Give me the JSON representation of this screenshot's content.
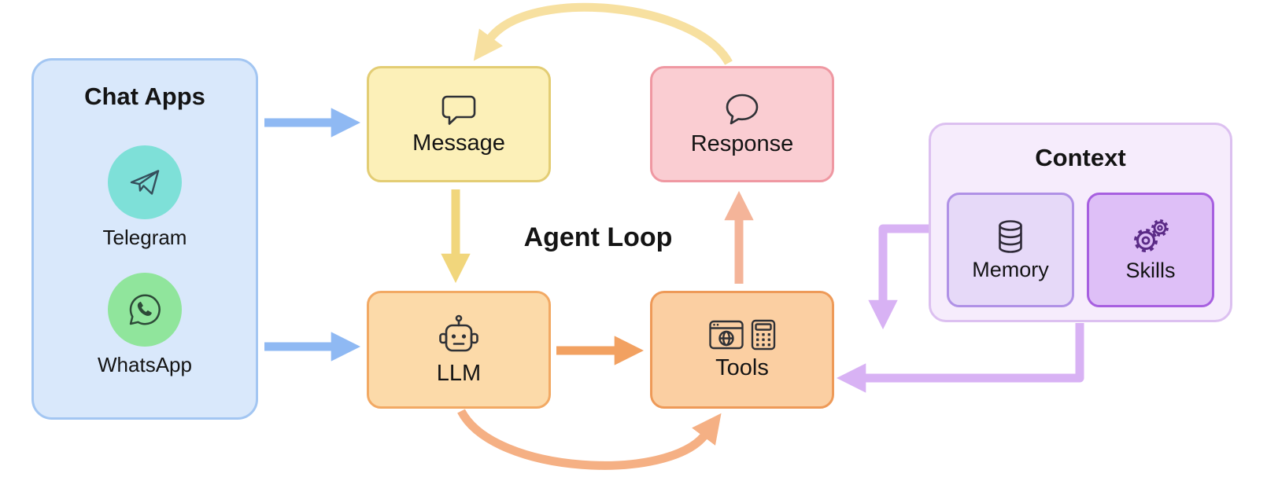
{
  "title": "Agent Loop",
  "chat_apps": {
    "title": "Chat Apps",
    "items": [
      {
        "label": "Telegram",
        "color": "#7ee0d8"
      },
      {
        "label": "WhatsApp",
        "color": "#90e59c"
      }
    ]
  },
  "nodes": {
    "message": {
      "label": "Message"
    },
    "response": {
      "label": "Response"
    },
    "llm": {
      "label": "LLM"
    },
    "tools": {
      "label": "Tools"
    }
  },
  "context": {
    "title": "Context",
    "items": [
      {
        "label": "Memory"
      },
      {
        "label": "Skills"
      }
    ]
  },
  "colors": {
    "chat_apps_fill": "#d9e8fb",
    "chat_apps_border": "#a3c6f2",
    "message_fill": "#fcf0b8",
    "message_border": "#e3cd74",
    "response_fill": "#facdd2",
    "response_border": "#ef98a2",
    "llm_fill": "#fcdaa9",
    "llm_border": "#f2a964",
    "tools_fill": "#fbcfa2",
    "tools_border": "#ee9a58",
    "context_fill": "#f6ecfc",
    "context_border": "#dcc0f0",
    "memory_fill": "#e6d9f8",
    "memory_border": "#b091e6",
    "skills_fill": "#debff7",
    "skills_border": "#a75fe0",
    "arrow_blue": "#8fb9f3",
    "arrow_yellow": "#f1d67c",
    "arrow_yellow_pale": "#f7e0a0",
    "arrow_orange": "#f2a161",
    "arrow_salmon": "#f4b499",
    "arrow_orange_curve": "#f5b084",
    "arrow_purple": "#d8b2f4",
    "text": "#141414"
  }
}
